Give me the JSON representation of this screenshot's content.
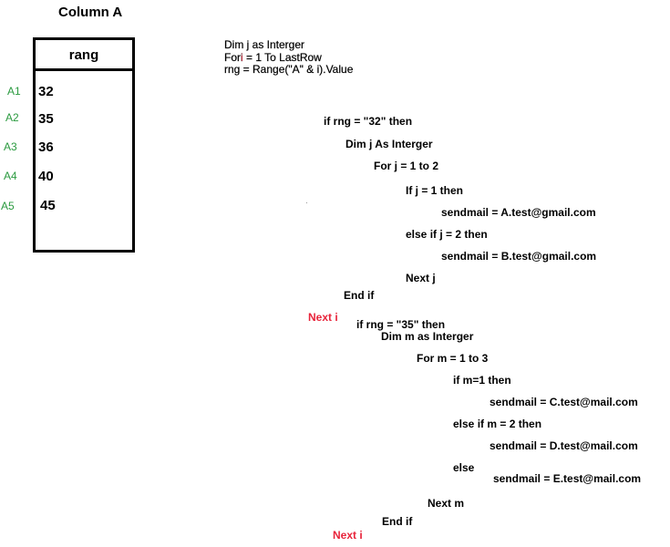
{
  "column_title": "Column A",
  "header": "rang",
  "rows": [
    {
      "ref": "A1",
      "value": "32"
    },
    {
      "ref": "A2",
      "value": "35"
    },
    {
      "ref": "A3",
      "value": "36"
    },
    {
      "ref": "A4",
      "value": "40"
    },
    {
      "ref": "A5",
      "value": "45"
    }
  ],
  "code": {
    "line1": "Dim j as Interger",
    "line2_pre": "For",
    "line2_var": "i",
    "line2_post": "= 1  To LastRow",
    "line3": "rng = Range(\"A\" & i).Value",
    "if_32": "if rng = \"32\" then",
    "dim_j": "Dim j As Interger",
    "for_j": "For j = 1 to 2",
    "if_j1": "If j = 1 then",
    "mail_a": "sendmail = A.test@gmail.com",
    "elseif_j2": "else if j = 2 then",
    "mail_b": "sendmail = B.test@gmail.com",
    "next_j": "Next j",
    "end_if_1": "End if",
    "next_i_1": "Next i",
    "if_35": "if rng = \"35\" then",
    "dim_m": "Dim m as Interger",
    "for_m": "For m = 1 to 3",
    "if_m1": "if m=1 then",
    "mail_c": "sendmail = C.test@mail.com",
    "elseif_m2": "else if m = 2 then",
    "mail_d": "sendmail = D.test@mail.com",
    "else": "else",
    "mail_e": "sendmail = E.test@mail.com",
    "next_m": "Next m",
    "end_if_2": "End if",
    "next_i_2": "Next i"
  },
  "colors": {
    "row_ref": "#2a9a3f",
    "next_i": "#e8233a"
  }
}
